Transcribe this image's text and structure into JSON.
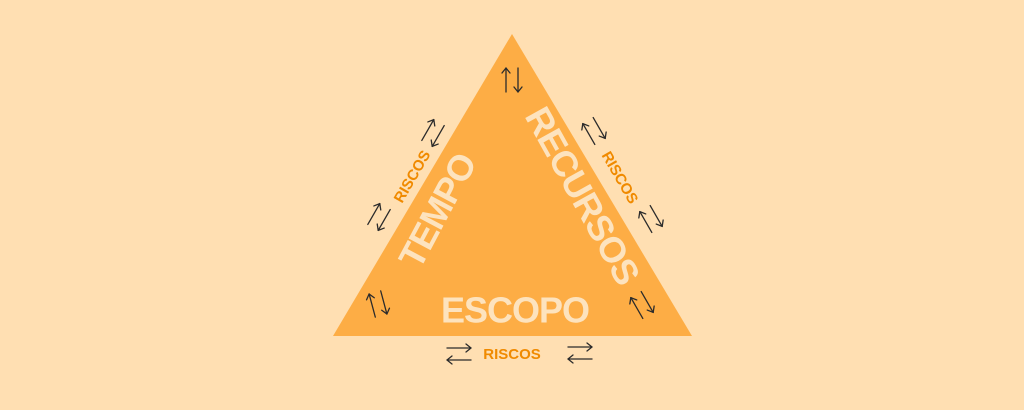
{
  "labels": {
    "left_side": "TEMPO",
    "right_side": "RECURSOS",
    "bottom_side": "ESCOPO",
    "risk_left": "RISCOS",
    "risk_right": "RISCOS",
    "risk_bottom": "RISCOS"
  },
  "colors": {
    "background": "#FFDFB2",
    "triangle": "#FDAD45",
    "main_label": "#FDE3BE",
    "risk_label": "#F08A00",
    "arrows": "#2B2B2B"
  },
  "icons": {
    "arrow_pair": "up-down-arrow-pair-icon"
  }
}
